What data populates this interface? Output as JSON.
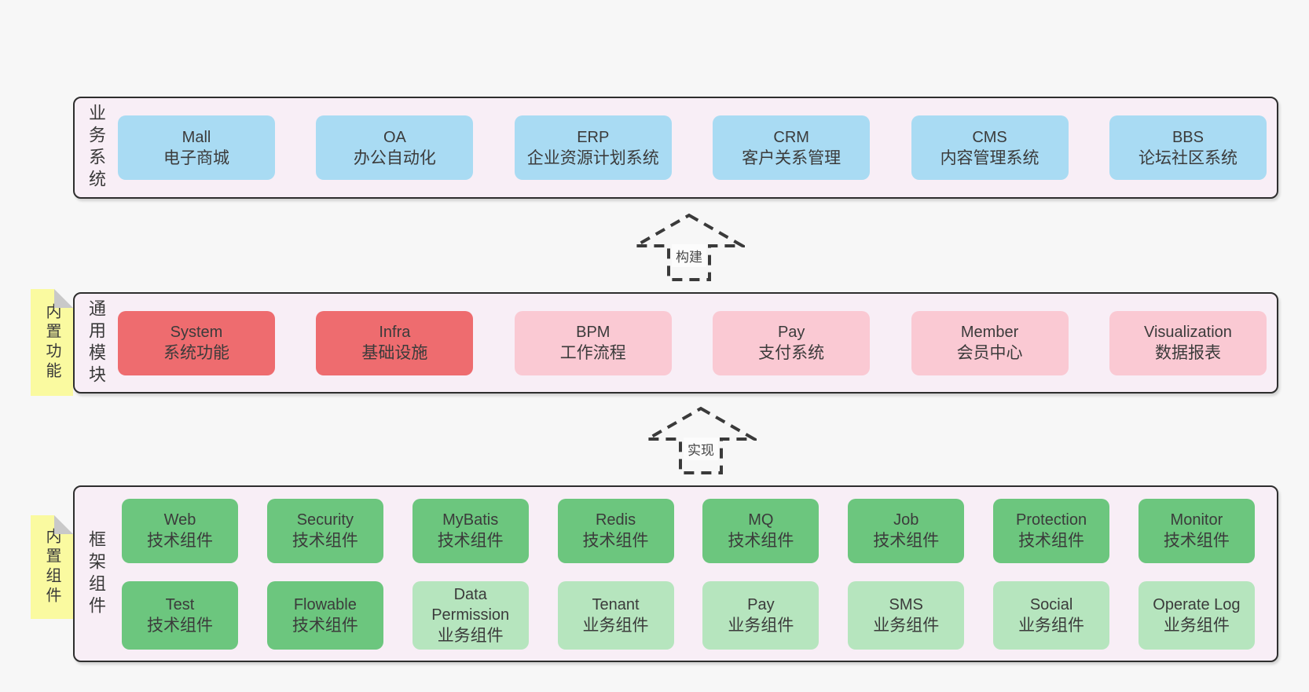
{
  "colors": {
    "page_bg": "#f7f7f7",
    "band_bg": "#f8eef6",
    "band_border": "#2e2e2e",
    "blue_box": "#a9dbf3",
    "red_box": "#ee6c6f",
    "pink_box": "#fac9d3",
    "green_box": "#6cc67e",
    "green_light_box": "#b6e5be",
    "sticky_yellow": "#fafaa0",
    "text": "#3b3b3b"
  },
  "bands": [
    {
      "label": "业务系统",
      "sticky": null,
      "rows": [
        [
          {
            "title": "Mall",
            "subtitle": "电子商城",
            "variant": "blue"
          },
          {
            "title": "OA",
            "subtitle": "办公自动化",
            "variant": "blue"
          },
          {
            "title": "ERP",
            "subtitle": "企业资源计划系统",
            "variant": "blue"
          },
          {
            "title": "CRM",
            "subtitle": "客户关系管理",
            "variant": "blue"
          },
          {
            "title": "CMS",
            "subtitle": "内容管理系统",
            "variant": "blue"
          },
          {
            "title": "BBS",
            "subtitle": "论坛社区系统",
            "variant": "blue"
          }
        ]
      ]
    },
    {
      "label": "通用模块",
      "sticky": "内置功能",
      "rows": [
        [
          {
            "title": "System",
            "subtitle": "系统功能",
            "variant": "red"
          },
          {
            "title": "Infra",
            "subtitle": "基础设施",
            "variant": "red"
          },
          {
            "title": "BPM",
            "subtitle": "工作流程",
            "variant": "pink"
          },
          {
            "title": "Pay",
            "subtitle": "支付系统",
            "variant": "pink"
          },
          {
            "title": "Member",
            "subtitle": "会员中心",
            "variant": "pink"
          },
          {
            "title": "Visualization",
            "subtitle": "数据报表",
            "variant": "pink"
          }
        ]
      ]
    },
    {
      "label": "框架组件",
      "sticky": "内置组件",
      "rows": [
        [
          {
            "title": "Web",
            "subtitle": "技术组件",
            "variant": "green"
          },
          {
            "title": "Security",
            "subtitle": "技术组件",
            "variant": "green"
          },
          {
            "title": "MyBatis",
            "subtitle": "技术组件",
            "variant": "green"
          },
          {
            "title": "Redis",
            "subtitle": "技术组件",
            "variant": "green"
          },
          {
            "title": "MQ",
            "subtitle": "技术组件",
            "variant": "green"
          },
          {
            "title": "Job",
            "subtitle": "技术组件",
            "variant": "green"
          },
          {
            "title": "Protection",
            "subtitle": "技术组件",
            "variant": "green"
          },
          {
            "title": "Monitor",
            "subtitle": "技术组件",
            "variant": "green"
          }
        ],
        [
          {
            "title": "Test",
            "subtitle": "技术组件",
            "variant": "green"
          },
          {
            "title": "Flowable",
            "subtitle": "技术组件",
            "variant": "green"
          },
          {
            "title": "Data Permission",
            "subtitle": "业务组件",
            "variant": "green-light"
          },
          {
            "title": "Tenant",
            "subtitle": "业务组件",
            "variant": "green-light"
          },
          {
            "title": "Pay",
            "subtitle": "业务组件",
            "variant": "green-light"
          },
          {
            "title": "SMS",
            "subtitle": "业务组件",
            "variant": "green-light"
          },
          {
            "title": "Social",
            "subtitle": "业务组件",
            "variant": "green-light"
          },
          {
            "title": "Operate Log",
            "subtitle": "业务组件",
            "variant": "green-light"
          }
        ]
      ]
    }
  ],
  "arrows": [
    {
      "label": "构建"
    },
    {
      "label": "实现"
    }
  ]
}
